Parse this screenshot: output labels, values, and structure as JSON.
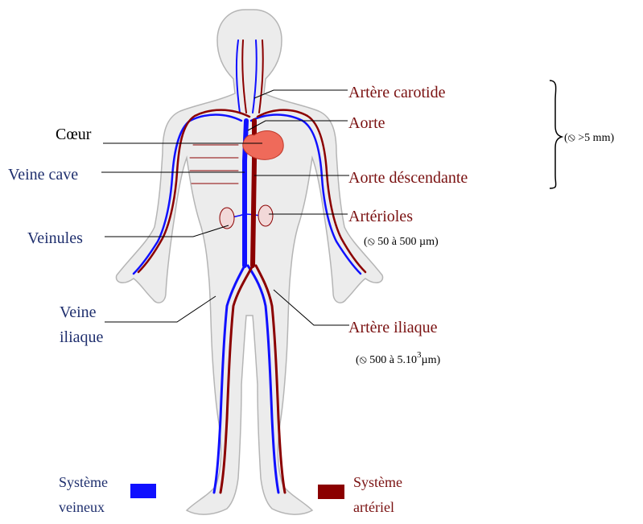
{
  "colors": {
    "arterial": "#8b0000",
    "arterial_label": "#7a1111",
    "venous": "#1010ff",
    "venous_label": "#1f2f6e",
    "heart": "#ef6a5a",
    "body_fill": "#ececec",
    "body_outline": "#b5b5b5"
  },
  "labels": {
    "carotid": "Artère carotide",
    "aorta": "Aorte",
    "heart": "Cœur",
    "descending_aorta": "Aorte déscendante",
    "vena_cava": "Veine cave",
    "arterioles": "Artérioles",
    "arterioles_size": "(⦸ 50 à 500 µm)",
    "venules": "Veinules",
    "iliac_vein_line1": "Veine",
    "iliac_vein_line2": "iliaque",
    "iliac_artery": "Artère iliaque",
    "iliac_size_prefix": "(⦸ 500 à 5.10",
    "iliac_size_exp": "3",
    "iliac_size_suffix": "µm)",
    "large_vessel_size": "(⦸ >5 mm)"
  },
  "legend": {
    "venous_line1": "Système",
    "venous_line2": "veineux",
    "arterial_line1": "Système",
    "arterial_line2": "artériel"
  },
  "icons": [
    "human-body-silhouette",
    "heart-icon"
  ]
}
